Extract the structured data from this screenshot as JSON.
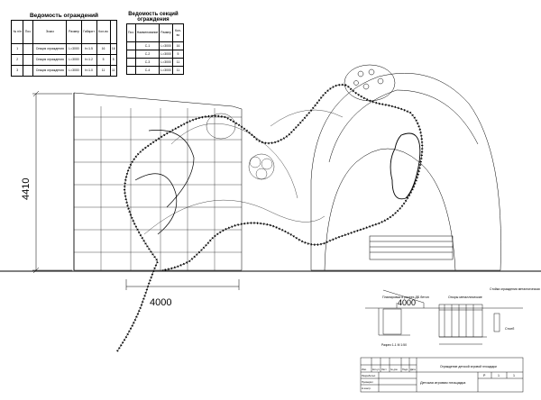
{
  "fence_schedule": {
    "title": "Ведомость ограждений",
    "headers": [
      "№ п/п",
      "Поз.",
      "Эскиз",
      "Размер",
      "Габарит",
      "Кол-во",
      ""
    ],
    "rows": [
      {
        "n": "1",
        "pos": "",
        "sketch": "Секция ограждения",
        "size": "L=3000",
        "dim": "h=1.5",
        "qty": "16",
        "extra": "16"
      },
      {
        "n": "2",
        "pos": "",
        "sketch": "Секция ограждения",
        "size": "L=3000",
        "dim": "h=1.2",
        "qty": "5",
        "extra": "5"
      },
      {
        "n": "3",
        "pos": "",
        "sketch": "Секция ограждения",
        "size": "L=3000",
        "dim": "h=1.0",
        "qty": "11",
        "extra": "11"
      }
    ]
  },
  "section_schedule": {
    "title": "Ведомость секций ограждения",
    "headers": [
      "Поз.",
      "Наименование",
      "Размер",
      "Кол-во"
    ],
    "rows": [
      {
        "pos": "",
        "name": "С-1",
        "size": "L=3000",
        "qty": "16"
      },
      {
        "pos": "",
        "name": "С-2",
        "size": "L=3000",
        "qty": "5"
      },
      {
        "pos": "",
        "name": "С-3",
        "size": "L=3000",
        "qty": "11"
      },
      {
        "pos": "",
        "name": "С-4",
        "size": "L=3000",
        "qty": "11"
      }
    ]
  },
  "dims": {
    "vertical": "4410",
    "bottom": "4000",
    "detail_width": "4000"
  },
  "detail_labels": {
    "left": "Планировка и разрез ДБ бетон",
    "middle": "Опоры металлические",
    "right": "Стойка ограждения металлическая",
    "far_right": "Столб",
    "section_note": "Разрез 1-1 М 1:50"
  },
  "title_block": {
    "main_text": "Ограждение детской игровой площадки",
    "sheet_title": "Детская игровая площадка",
    "stage": "Р",
    "sheet": "1",
    "sheets": "1",
    "left_cells": [
      "Изм.",
      "Кол.уч",
      "Лист",
      "№ док.",
      "Подп.",
      "Дата"
    ],
    "role_cells": [
      "Разработал",
      "Проверил",
      "Н.контр."
    ]
  },
  "colors": {
    "line": "#000000",
    "paper": "#ffffff"
  }
}
